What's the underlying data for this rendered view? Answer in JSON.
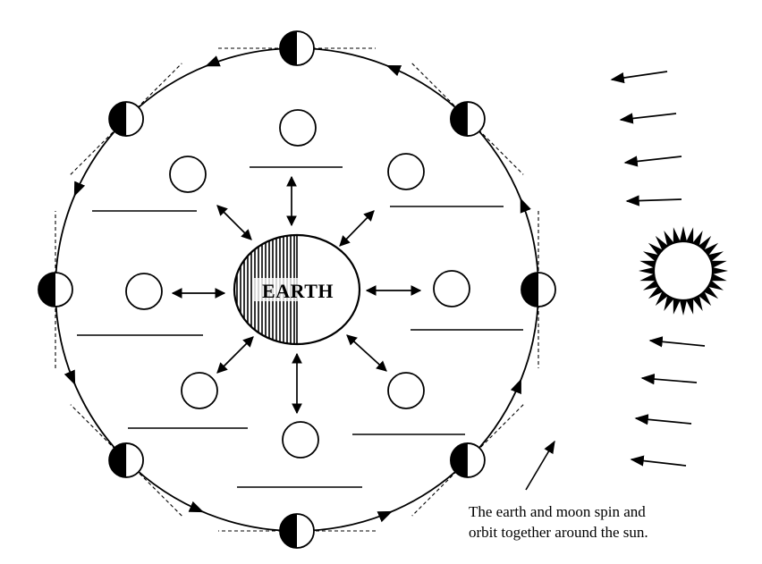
{
  "earth": {
    "label": "EARTH",
    "left_color": "#000000",
    "right_color": "#ffffff"
  },
  "sun": {
    "icon": "sun-icon"
  },
  "caption": {
    "line1": "The earth and moon spin and",
    "line2": "orbit together around the sun."
  },
  "answer_blanks": [
    {
      "position": "top",
      "value": ""
    },
    {
      "position": "top-right",
      "value": ""
    },
    {
      "position": "right",
      "value": ""
    },
    {
      "position": "bottom-right",
      "value": ""
    },
    {
      "position": "bottom",
      "value": ""
    },
    {
      "position": "bottom-left",
      "value": ""
    },
    {
      "position": "left",
      "value": ""
    },
    {
      "position": "top-left",
      "value": ""
    }
  ],
  "orbit_moons": [
    {
      "position": "top",
      "lit_side": "right"
    },
    {
      "position": "top-right",
      "lit_side": "right"
    },
    {
      "position": "right",
      "lit_side": "right"
    },
    {
      "position": "bottom-right",
      "lit_side": "right"
    },
    {
      "position": "bottom",
      "lit_side": "right"
    },
    {
      "position": "bottom-left",
      "lit_side": "right"
    },
    {
      "position": "left",
      "lit_side": "right"
    },
    {
      "position": "top-left",
      "lit_side": "right"
    }
  ],
  "phase_circles": [
    {
      "position": "top"
    },
    {
      "position": "top-right"
    },
    {
      "position": "right"
    },
    {
      "position": "bottom-right"
    },
    {
      "position": "bottom"
    },
    {
      "position": "bottom-left"
    },
    {
      "position": "left"
    },
    {
      "position": "top-left"
    }
  ],
  "sunlight_arrows": {
    "count": 8,
    "direction": "left"
  }
}
